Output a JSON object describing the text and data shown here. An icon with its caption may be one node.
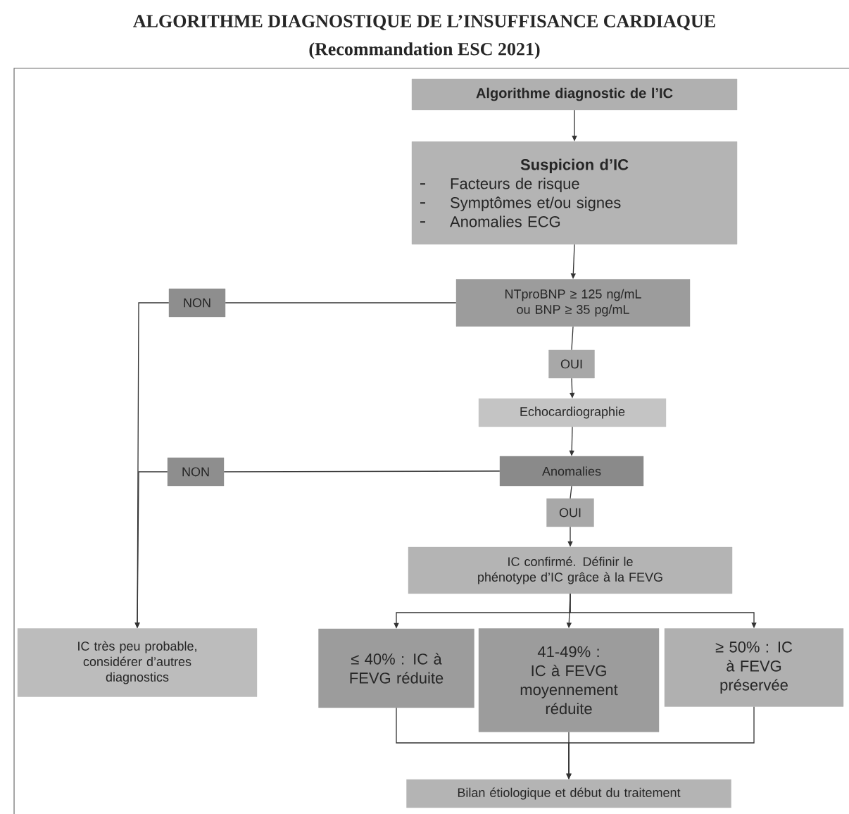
{
  "diagram": {
    "title": "ALGORITHME DIAGNOSTIQUE DE L’INSUFFISANCE CARDIAQUE",
    "labels": [
      "(Recommandation ESC 2021)"
    ],
    "nodes": [
      {
        "text": [
          "Algorithme diagnostic de l’IC"
        ]
      },
      {
        "text": [
          "Suspicion d’IC",
          "Facteurs de risque",
          "Symptômes et/ou signes",
          "Anomalies ECG"
        ]
      },
      {
        "text": [
          "NTproBNP ≥ 125 ng/mL ou BNP ≥ 35 pg/mL"
        ]
      },
      {
        "text": [
          "NON"
        ]
      },
      {
        "text": [
          "OUI"
        ]
      },
      {
        "text": [
          "Echocardiographie"
        ]
      },
      {
        "text": [
          "NON"
        ]
      },
      {
        "text": [
          "Anomalies"
        ]
      },
      {
        "text": [
          "OUI"
        ]
      },
      {
        "text": [
          "IC confirmé. Définir le phénotype d’IC grâce à la FEVG"
        ]
      },
      {
        "text": [
          "IC très peu probable, considérer d’autres diagnostics"
        ]
      },
      {
        "text": [
          "≤ 40% : IC à FEVG réduite"
        ]
      },
      {
        "text": [
          "41-49% : IC à FEVG moyennement réduite"
        ]
      },
      {
        "text": [
          "≥ 50% : IC à FEVG préservée"
        ]
      },
      {
        "text": [
          "Bilan étiologique et début du traitement"
        ]
      }
    ],
    "edges": [
      {
        "from": 0,
        "to": 1,
        "arrow": "to"
      },
      {
        "from": 1,
        "to": 2,
        "arrow": "to"
      },
      {
        "from": 2,
        "to": 3,
        "arrow": "none"
      },
      {
        "from": 3,
        "to": 10,
        "arrow": "to"
      },
      {
        "from": 2,
        "to": 4,
        "arrow": "none"
      },
      {
        "from": 4,
        "to": 5,
        "arrow": "to"
      },
      {
        "from": 5,
        "to": 7,
        "arrow": "to"
      },
      {
        "from": 7,
        "to": 6,
        "arrow": "none"
      },
      {
        "from": 6,
        "to": 10,
        "arrow": "to"
      },
      {
        "from": 7,
        "to": 8,
        "arrow": "none"
      },
      {
        "from": 8,
        "to": 9,
        "arrow": "to"
      },
      {
        "from": 9,
        "to": 11,
        "arrow": "to"
      },
      {
        "from": 9,
        "to": 12,
        "arrow": "to"
      },
      {
        "from": 9,
        "to": 13,
        "arrow": "to"
      },
      {
        "from": 11,
        "to": 14,
        "arrow": "to"
      },
      {
        "from": 12,
        "to": 14,
        "arrow": "to"
      },
      {
        "from": 13,
        "to": 14,
        "arrow": "to"
      }
    ]
  }
}
